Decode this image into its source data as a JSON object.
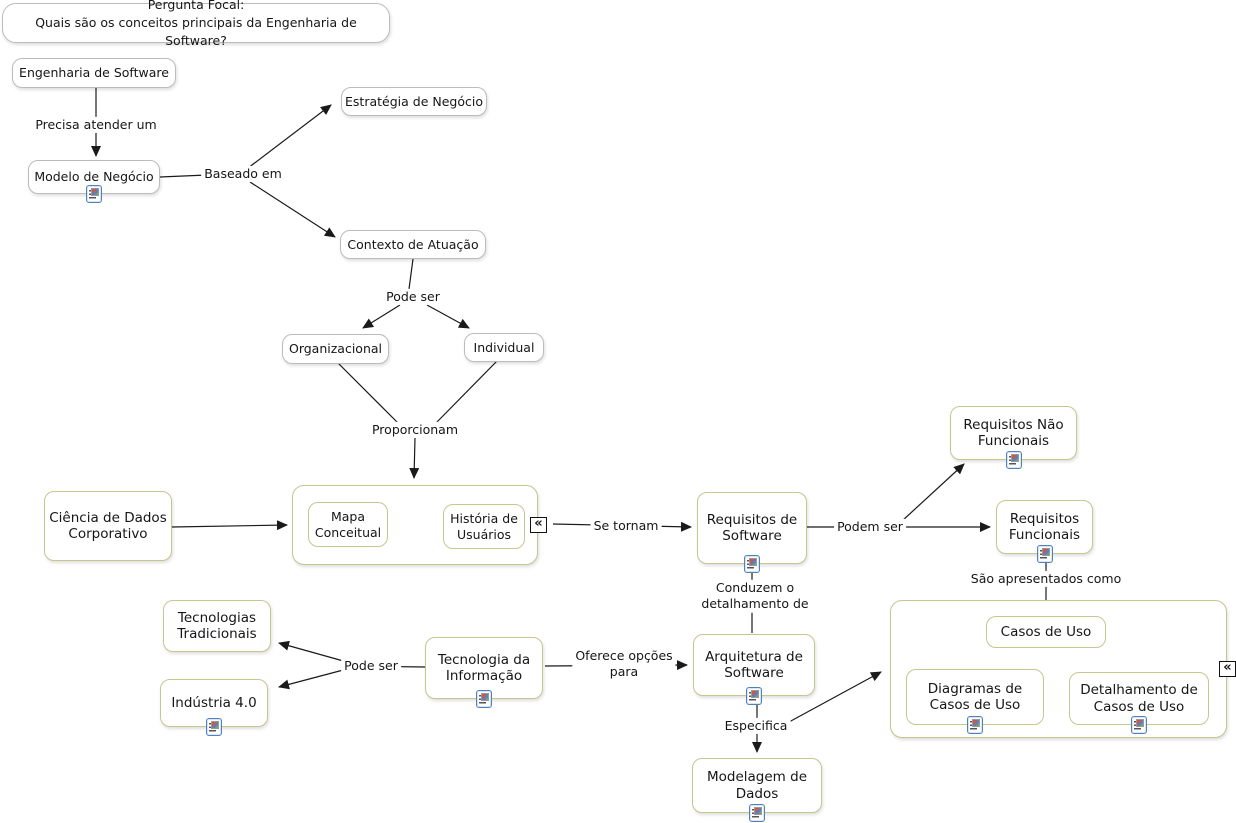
{
  "focal_question": {
    "label": "Pergunta Focal:\nQuais são os conceitos principais da Engenharia de Software?"
  },
  "nodes": {
    "engenharia": {
      "label": "Engenharia de Software"
    },
    "modelo": {
      "label": "Modelo de Negócio",
      "has_resource": true
    },
    "estrategia": {
      "label": "Estratégia de Negócio"
    },
    "contexto": {
      "label": "Contexto de Atuação"
    },
    "organizacional": {
      "label": "Organizacional"
    },
    "individual": {
      "label": "Individual"
    },
    "ciencia": {
      "label": "Ciência de Dados\nCorporativo"
    },
    "mapa": {
      "label": "Mapa\nConceitual"
    },
    "historia": {
      "label": "História de\nUsuários"
    },
    "requisitos_sw": {
      "label": "Requisitos de\nSoftware",
      "has_resource": true
    },
    "req_nao_func": {
      "label": "Requisitos Não\nFuncionais",
      "has_resource": true
    },
    "req_func": {
      "label": "Requisitos\nFuncionais",
      "has_resource": true
    },
    "casos_de_uso": {
      "label": "Casos de Uso"
    },
    "diagramas": {
      "label": "Diagramas de\nCasos de Uso",
      "has_resource": true
    },
    "detalhamento": {
      "label": "Detalhamento de\nCasos de Uso",
      "has_resource": true
    },
    "tec_tradicionais": {
      "label": "Tecnologias\nTradicionais"
    },
    "industria": {
      "label": "Indústria 4.0",
      "has_resource": true
    },
    "ti": {
      "label": "Tecnologia da\nInformação",
      "has_resource": true
    },
    "arquitetura": {
      "label": "Arquitetura de\nSoftware",
      "has_resource": true
    },
    "modelagem": {
      "label": "Modelagem de\nDados",
      "has_resource": true
    }
  },
  "links": {
    "precisa": "Precisa atender um",
    "baseado": "Baseado em",
    "pode_ser_contexto": "Pode ser",
    "proporcionam": "Proporcionam",
    "se_tornam": "Se tornam",
    "podem_ser": "Podem ser",
    "sao_apresentados": "São apresentados como",
    "conduzem": "Conduzem o\ndetalhamento de",
    "pode_ser_ti": "Pode ser",
    "oferece": "Oferece opções\npara",
    "especifica": "Especifica"
  },
  "icons": {
    "collapse_glyph": "«",
    "resource_icon_meaning": "attached-resource-document-icon",
    "collapse_icon_meaning": "collapsed-subnodes-icon"
  },
  "colors": {
    "node_border_gray": "#bcbcbc",
    "node_border_olive": "#c6c68f",
    "line": "#1a1a1a",
    "resource_icon_border": "#4f81bd",
    "background": "#ffffff"
  }
}
